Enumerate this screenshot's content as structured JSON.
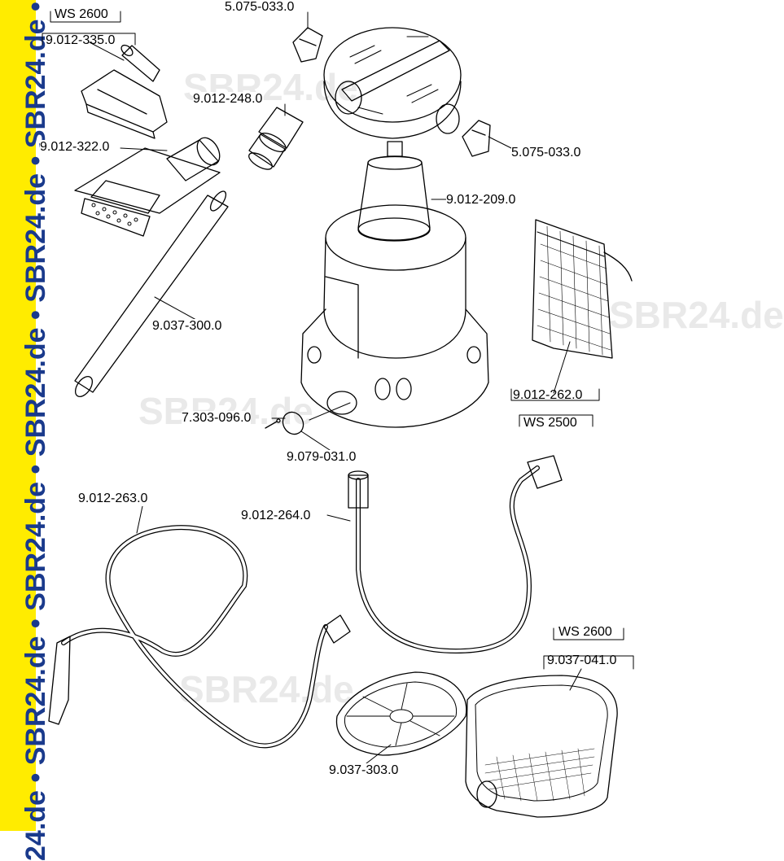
{
  "sidebar": {
    "text": "24.de • SBR24.de • SBR24.de • SBR24.de • SBR24.de • SBR24.de • SBR24.de • SBR2"
  },
  "watermarks": [
    "SBR24.de",
    "SBR24.de",
    "SBR24.de",
    "SBR24.de"
  ],
  "parts": {
    "p_5075033_top": "5.075-033.0",
    "p_9012335": "9.012-335.0",
    "p_ws2600_a": "WS 2600",
    "p_9012248": "9.012-248.0",
    "p_9012322": "9.012-322.0",
    "p_5075033_right": "5.075-033.0",
    "p_9012209": "9.012-209.0",
    "p_9037300": "9.037-300.0",
    "p_9012262": "9.012-262.0",
    "p_ws2500": "WS 2500",
    "p_7303096": "7.303-096.0",
    "p_9079031": "9.079-031.0",
    "p_9012263": "9.012-263.0",
    "p_9012264": "9.012-264.0",
    "p_ws2600_b": "WS 2600",
    "p_9037041": "9.037-041.0",
    "p_9037303": "9.037-303.0"
  },
  "colors": {
    "sidebar_bg": "#ffec00",
    "sidebar_text": "#1a3a8c",
    "watermark": "#e9e9e9",
    "line": "#000000"
  }
}
